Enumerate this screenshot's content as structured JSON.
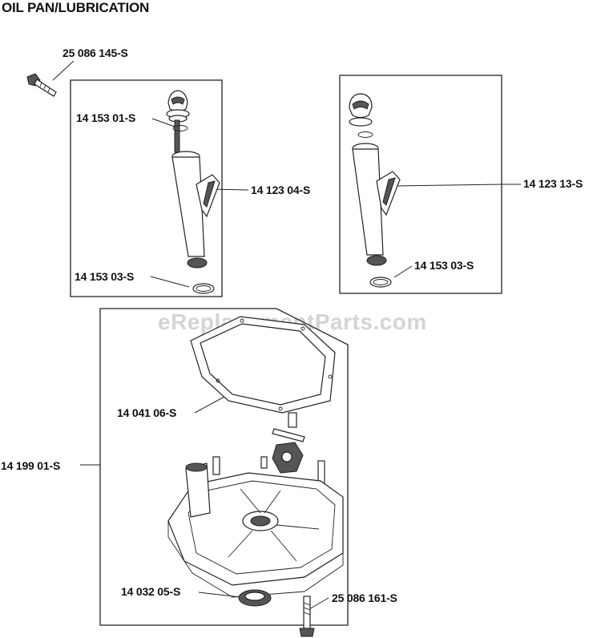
{
  "title": "OIL PAN/LUBRICATION",
  "watermark": "eReplacementParts.com",
  "parts": {
    "bolt_top": "25 086 145-S",
    "dipstick_oring_left": "14 153 01-S",
    "dipstick_tube_assembly_left": "14 123 04-S",
    "tube_oring_left": "14 153 03-S",
    "dipstick_tube_assembly_right": "14 123 13-S",
    "tube_oring_right": "14 153 03-S",
    "gasket": "14 041 06-S",
    "oil_pan_assembly": "14 199 01-S",
    "oil_seal": "14 032 05-S",
    "bolt_bottom": "25 086 161-S"
  },
  "icons": [
    "bolt",
    "dipstick",
    "dipstick-tube",
    "o-ring",
    "gasket",
    "oil-pump",
    "oil-pan",
    "oil-seal"
  ]
}
